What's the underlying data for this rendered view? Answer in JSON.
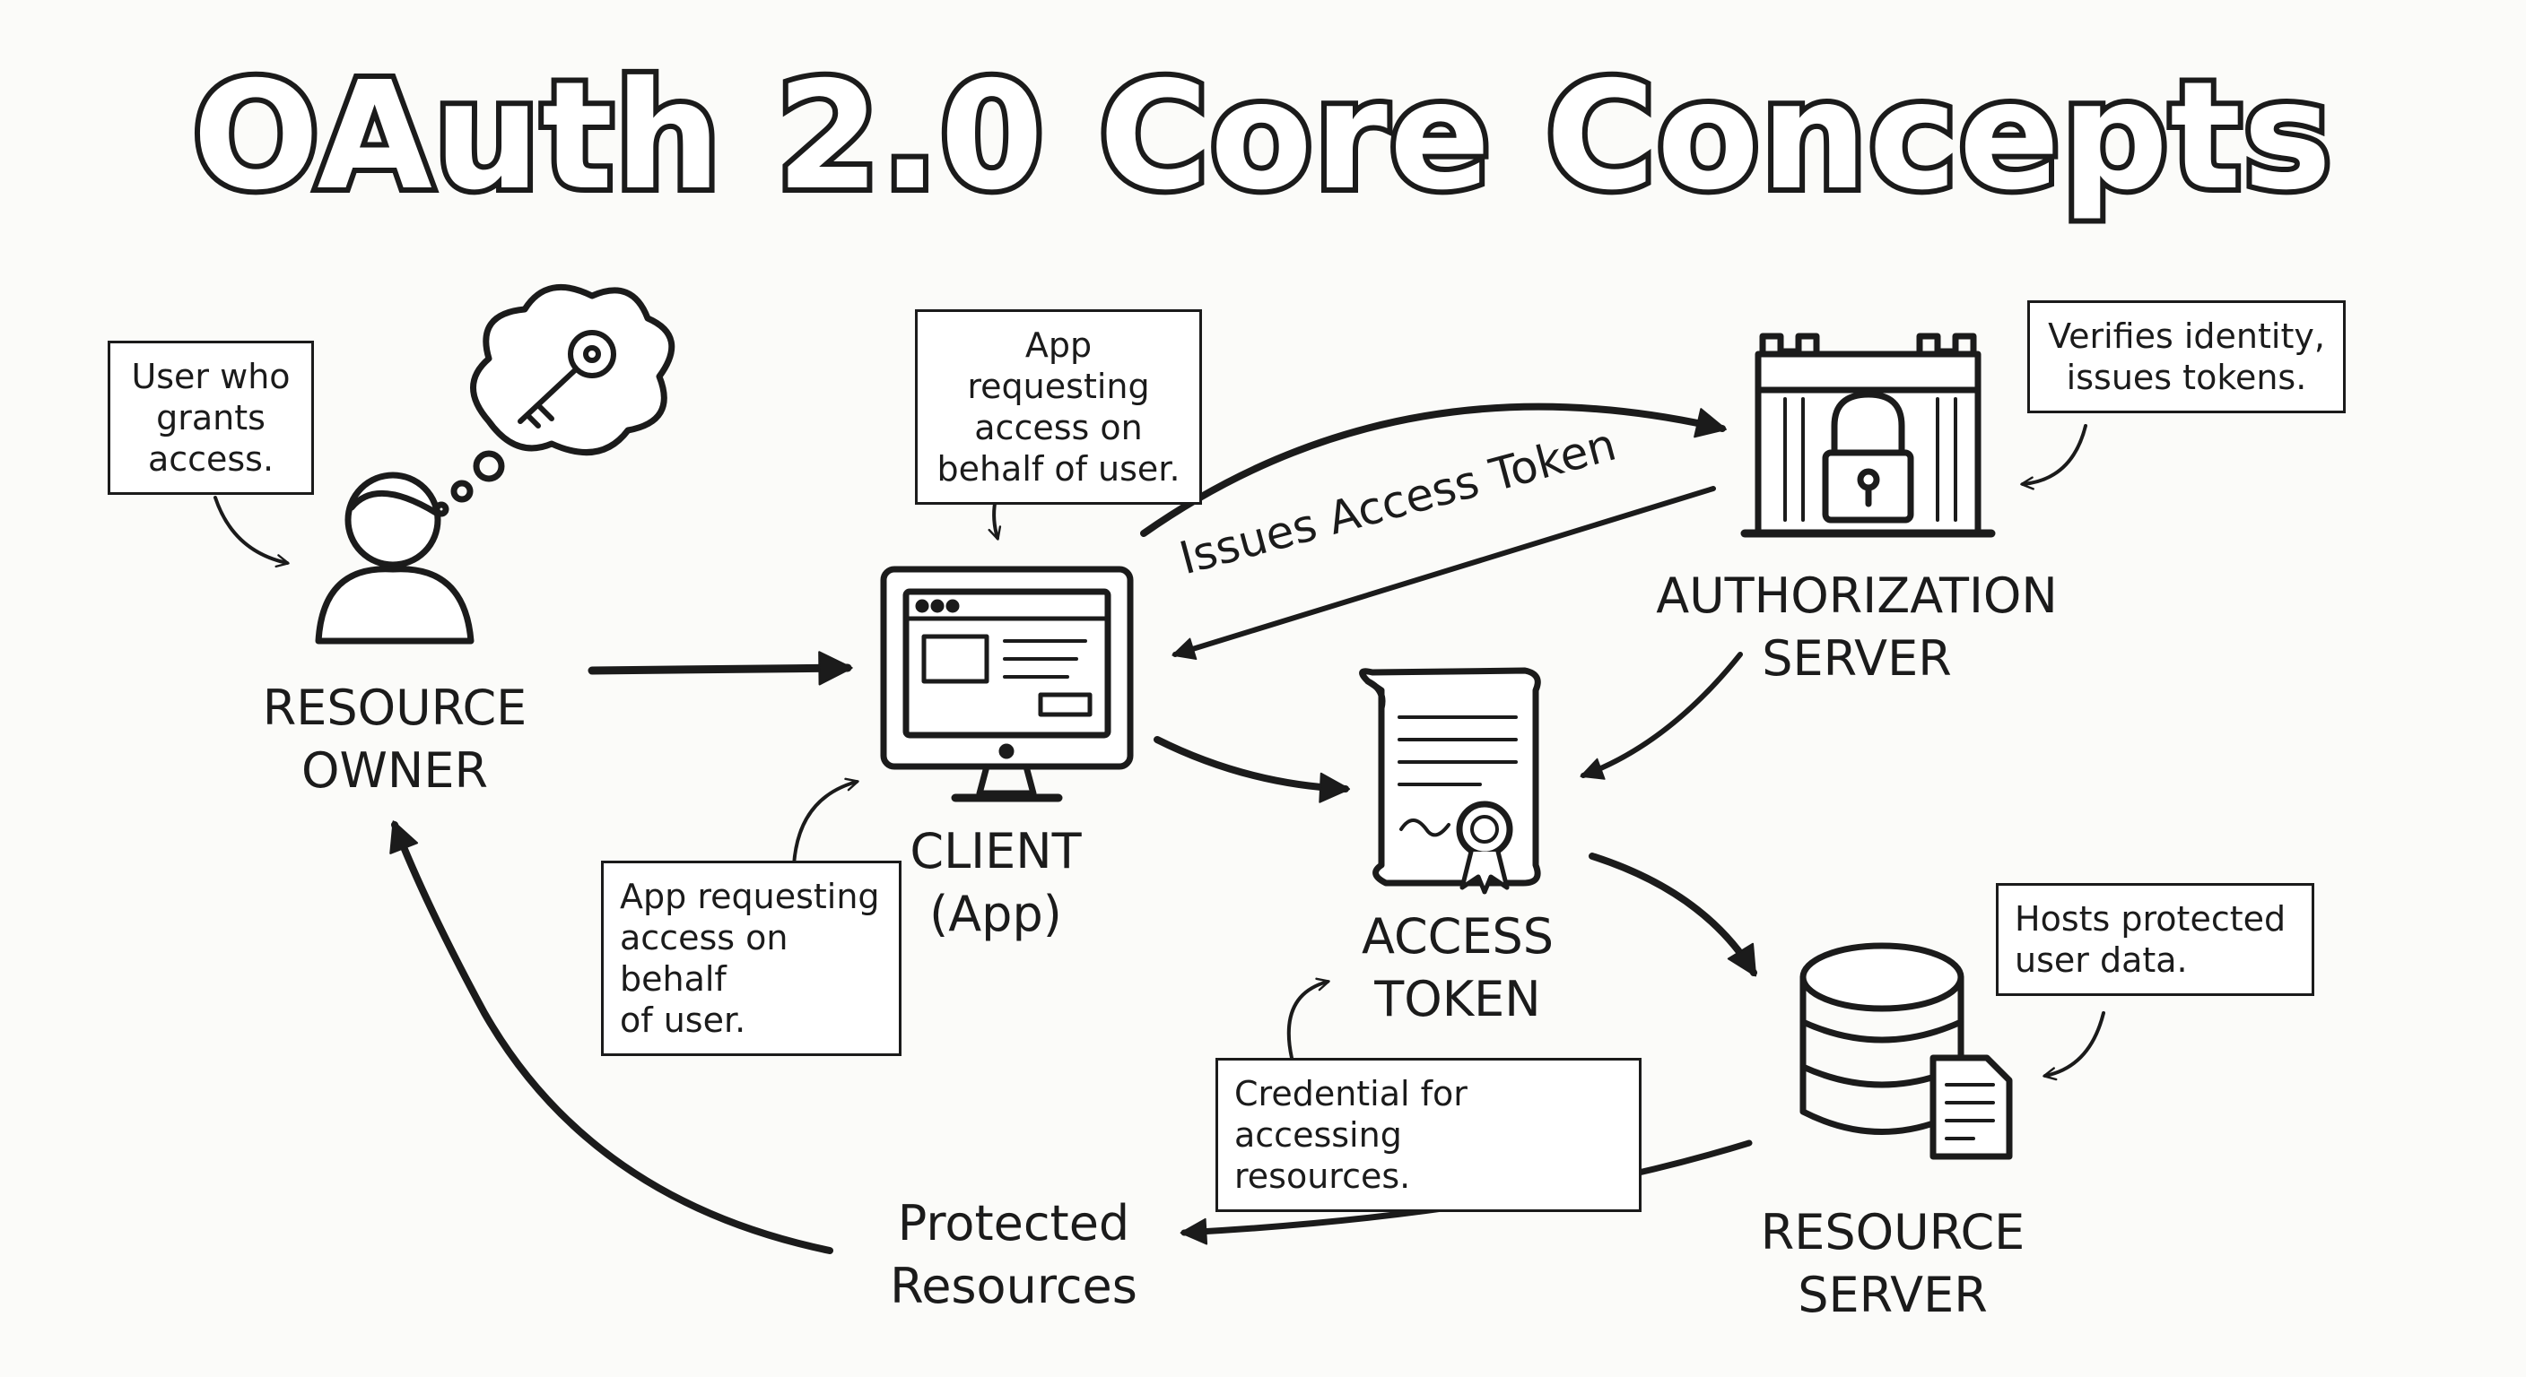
{
  "title": "OAuth 2.0 Core Concepts",
  "nodes": {
    "resource_owner": [
      "RESOURCE",
      "OWNER"
    ],
    "client": [
      "CLIENT",
      "(App)"
    ],
    "authorization_server": [
      "AUTHORIZATION",
      "SERVER"
    ],
    "access_token": [
      "ACCESS",
      "TOKEN"
    ],
    "resource_server": [
      "RESOURCE",
      "SERVER"
    ],
    "protected_resources": [
      "Protected",
      "Resources"
    ]
  },
  "notes": {
    "owner": [
      "User who",
      "grants",
      "access."
    ],
    "client_top": [
      "App requesting",
      "access on",
      "behalf of user."
    ],
    "client_bottom": [
      "App requesting",
      "access on behalf",
      "of user."
    ],
    "auth_server": [
      "Verifies identity,",
      "issues tokens."
    ],
    "token": [
      "Credential for accessing",
      "resources."
    ],
    "resource_server": [
      "Hosts protected",
      "user data."
    ]
  },
  "flow_labels": {
    "issues_token": "Issues Access Token"
  }
}
